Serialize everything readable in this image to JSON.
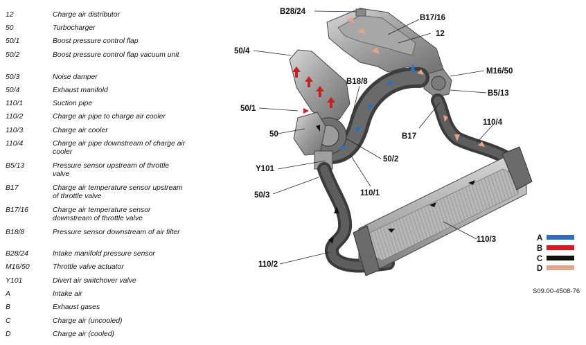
{
  "legend": [
    {
      "code": "12",
      "desc": "Charge air distributor"
    },
    {
      "code": "50",
      "desc": "Turbocharger"
    },
    {
      "code": "50/1",
      "desc": "Boost pressure control flap"
    },
    {
      "code": "50/2",
      "desc": "Boost pressure control flap vacuum unit"
    },
    {
      "code": "50/3",
      "desc": "Noise damper"
    },
    {
      "code": "50/4",
      "desc": "Exhaust manifold"
    },
    {
      "code": "110/1",
      "desc": "Suction pipe"
    },
    {
      "code": "110/2",
      "desc": "Charge air pipe to charge air cooler"
    },
    {
      "code": "110/3",
      "desc": "Charge air cooler"
    },
    {
      "code": "110/4",
      "desc": "Charge air pipe downstream of charge air cooler"
    },
    {
      "code": "B5/13",
      "desc": "Pressure sensor upstream of throttle valve"
    },
    {
      "code": "B17",
      "desc": "Charge air temperature sensor upstream of throttle valve"
    },
    {
      "code": "B17/16",
      "desc": "Charge air temperature sensor downstream of throttle valve"
    },
    {
      "code": "B18/8",
      "desc": "Pressure sensor downstream of air filter"
    },
    {
      "code": "B28/24",
      "desc": "Intake manifold pressure sensor"
    },
    {
      "code": "M16/50",
      "desc": "Throttle valve actuator"
    },
    {
      "code": "Y101",
      "desc": "Divert air switchover valve"
    },
    {
      "code": "A",
      "desc": "Intake air"
    },
    {
      "code": "B",
      "desc": "Exhaust gases"
    },
    {
      "code": "C",
      "desc": "Charge air (uncooled)"
    },
    {
      "code": "D",
      "desc": "Charge air (cooled)"
    }
  ],
  "callouts": {
    "b28_24": "B28/24",
    "b17_16": "B17/16",
    "n12": "12",
    "n50_4": "50/4",
    "b18_8": "B18/8",
    "m16_50": "M16/50",
    "b5_13": "B5/13",
    "n50_1": "50/1",
    "n50": "50",
    "b17": "B17",
    "n110_4": "110/4",
    "n50_2": "50/2",
    "y101": "Y101",
    "n110_1": "110/1",
    "n50_3": "50/3",
    "n110_3": "110/3",
    "n110_2": "110/2"
  },
  "color_key": [
    {
      "letter": "A",
      "color": "#2f6fc0"
    },
    {
      "letter": "B",
      "color": "#cc1f24"
    },
    {
      "letter": "C",
      "color": "#111111"
    },
    {
      "letter": "D",
      "color": "#e0a58d"
    }
  ],
  "reference": "S09.00-4508-76"
}
